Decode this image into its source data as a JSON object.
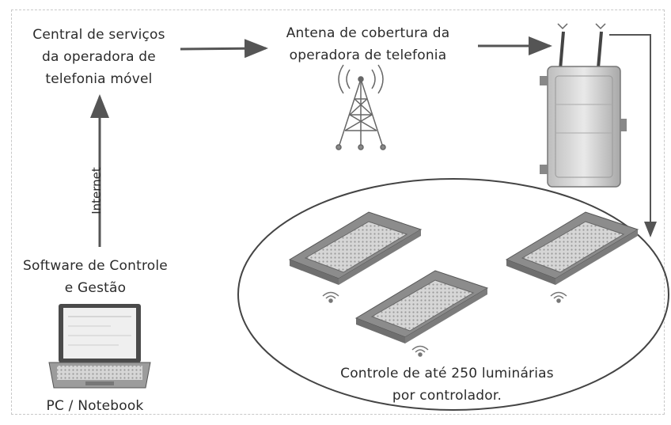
{
  "labels": {
    "central": [
      "Central de serviços",
      "da operadora de",
      "telefonia móvel"
    ],
    "antena": [
      "Antena de cobertura da",
      "operadora de telefonia"
    ],
    "internet": "Internet",
    "software": [
      "Software de Controle",
      "e Gestão"
    ],
    "pc": "PC / Notebook",
    "controle": [
      "Controle de até 250 luminárias",
      "por controlador."
    ]
  },
  "icons": [
    "cell-tower-icon",
    "controller-box-icon",
    "luminaire-icon",
    "laptop-icon",
    "wireless-signal-icon"
  ],
  "colors": {
    "line": "#555555",
    "device": "#9a9a9a"
  }
}
